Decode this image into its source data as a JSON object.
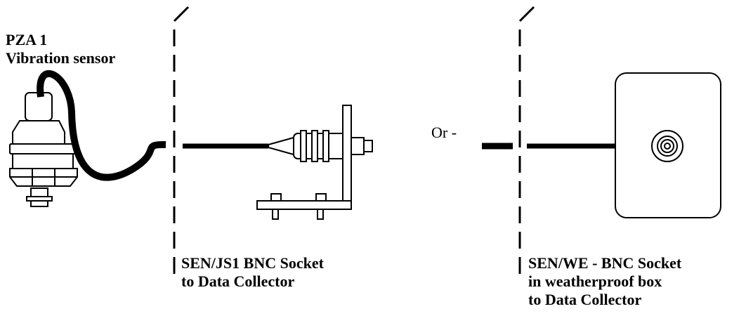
{
  "sensor": {
    "title_line1": "PZA 1",
    "title_line2": "Vibration sensor"
  },
  "separator_text": "Or -",
  "socket_a": {
    "line1": "SEN/JS1 BNC Socket",
    "line2": "to Data Collector"
  },
  "socket_b": {
    "line1": "SEN/WE - BNC Socket",
    "line2": "in weatherproof box",
    "line3": "to Data Collector"
  },
  "colors": {
    "ink": "#000000",
    "background": "#ffffff"
  },
  "icons": [
    "vibration-sensor-icon",
    "bnc-bracket-socket-icon",
    "weatherproof-box-icon",
    "bnc-connector-icon"
  ]
}
